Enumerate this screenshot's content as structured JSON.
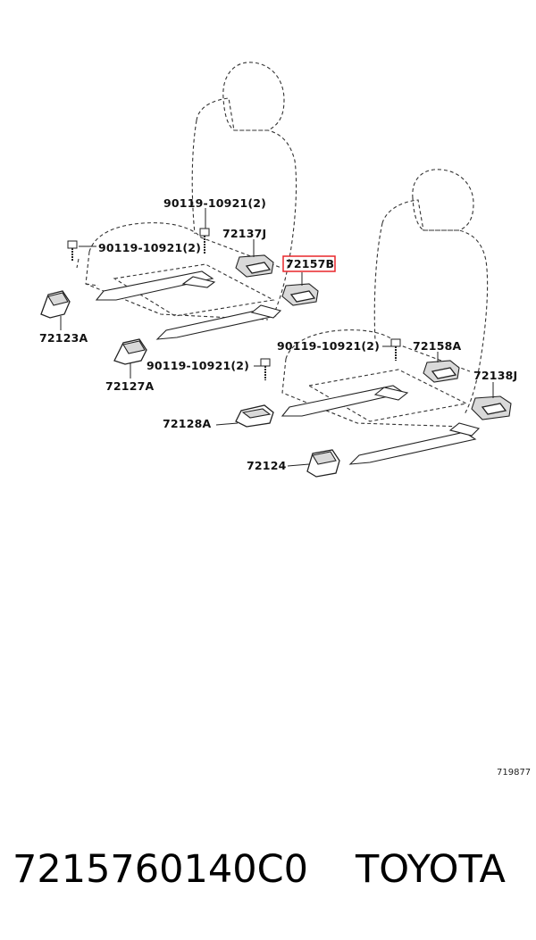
{
  "diagram": {
    "callouts": [
      {
        "id": "c-90119-top",
        "text": "90119-10921(2)"
      },
      {
        "id": "c-90119-left",
        "text": "90119-10921(2)"
      },
      {
        "id": "c-72137J",
        "text": "72137J"
      },
      {
        "id": "c-72157B",
        "text": "72157B",
        "highlight": true
      },
      {
        "id": "c-72123A",
        "text": "72123A"
      },
      {
        "id": "c-72127A",
        "text": "72127A"
      },
      {
        "id": "c-90119-mid",
        "text": "90119-10921(2)"
      },
      {
        "id": "c-90119-right",
        "text": "90119-10921(2)"
      },
      {
        "id": "c-72158A",
        "text": "72158A"
      },
      {
        "id": "c-72138J",
        "text": "72138J"
      },
      {
        "id": "c-72128A",
        "text": "72128A"
      },
      {
        "id": "c-72124",
        "text": "72124"
      }
    ],
    "diagram_id": "719877",
    "highlight_color": "#e8262a"
  },
  "footer": {
    "part_number": "7215760140C0",
    "brand": "TOYOTA"
  }
}
